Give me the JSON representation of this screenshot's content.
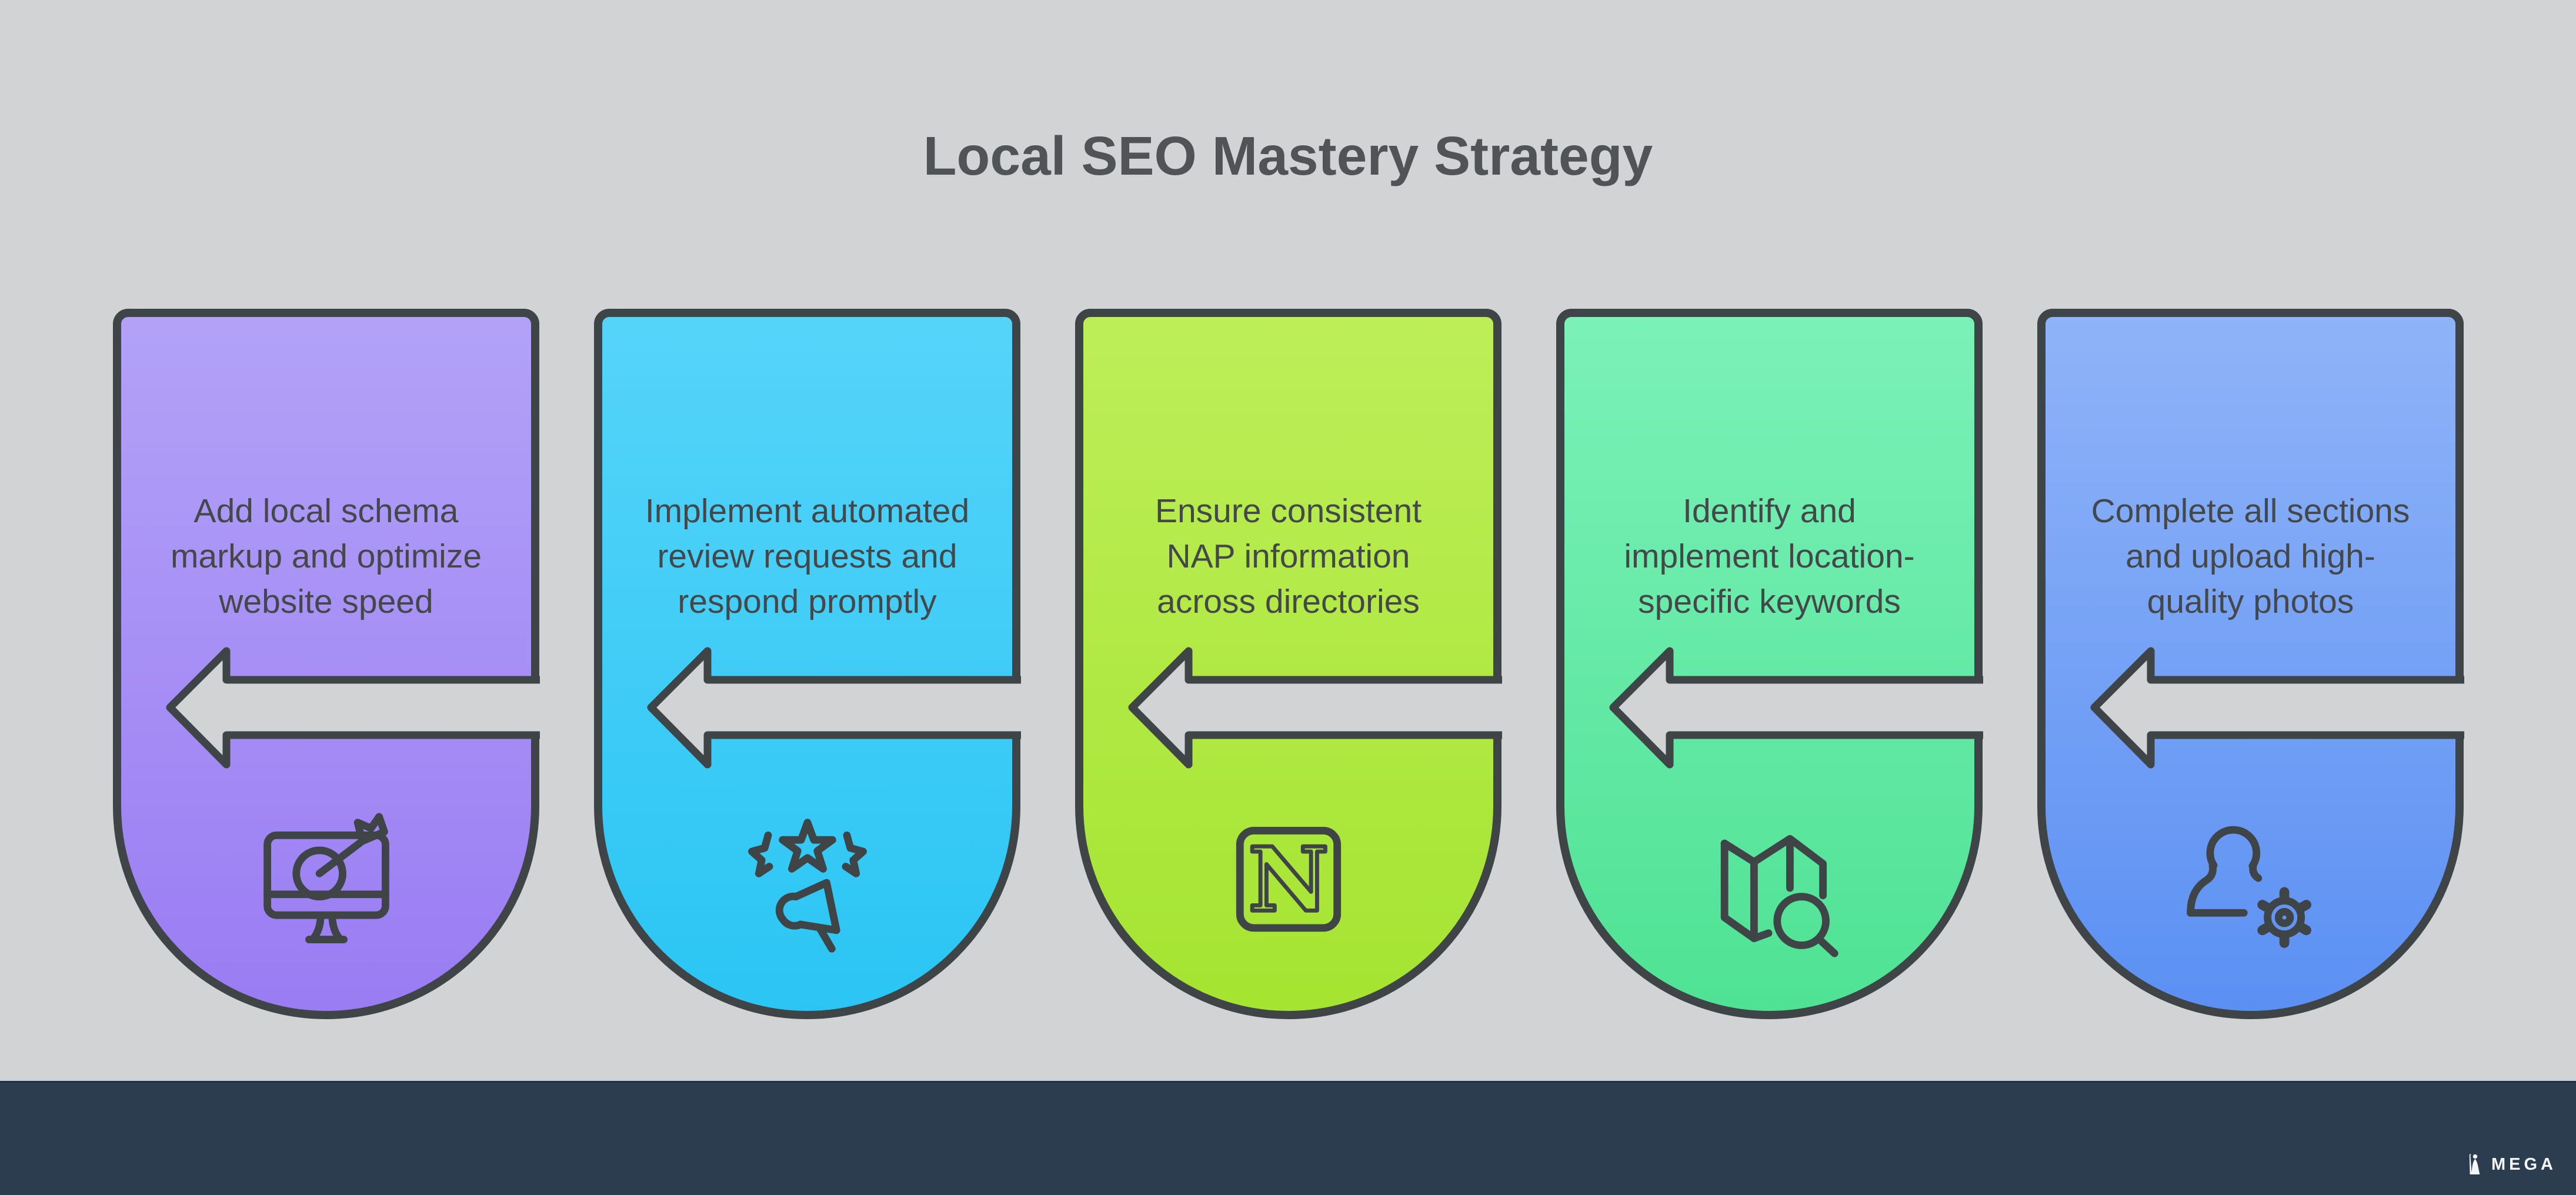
{
  "title": "Local SEO Mastery Strategy",
  "background_color": "#d2d3d4",
  "stroke_color": "#3f4447",
  "text_color": "#45484a",
  "arrow": {
    "fill": "#d2d3d4",
    "stroke": "#3f4447"
  },
  "cards": [
    {
      "text": "Add local schema\nmarkup and optimize\nwebsite speed",
      "icon": "monitor-target-icon",
      "gradient_top": "#b2a2f7",
      "gradient_bottom": "#9a7cf3"
    },
    {
      "text": "Implement automated\nreview requests and\nrespond promptly",
      "icon": "review-stars-megaphone-icon",
      "gradient_top": "#55d4f9",
      "gradient_bottom": "#2bc5f4"
    },
    {
      "text": "Ensure consistent\nNAP information\nacross directories",
      "icon": "letter-n-badge-icon",
      "gradient_top": "#bdee58",
      "gradient_bottom": "#a5e431"
    },
    {
      "text": "Identify and\nimplement location-\nspecific keywords",
      "icon": "map-search-icon",
      "gradient_top": "#7bf1b8",
      "gradient_bottom": "#4fe294"
    },
    {
      "text": "Complete all sections\nand upload high-\nquality photos",
      "icon": "user-gear-icon",
      "gradient_top": "#8fb3f8",
      "gradient_bottom": "#5b90f3"
    }
  ],
  "footer": {
    "bar_color": "#2c3d4f",
    "brand": "MEGA"
  }
}
